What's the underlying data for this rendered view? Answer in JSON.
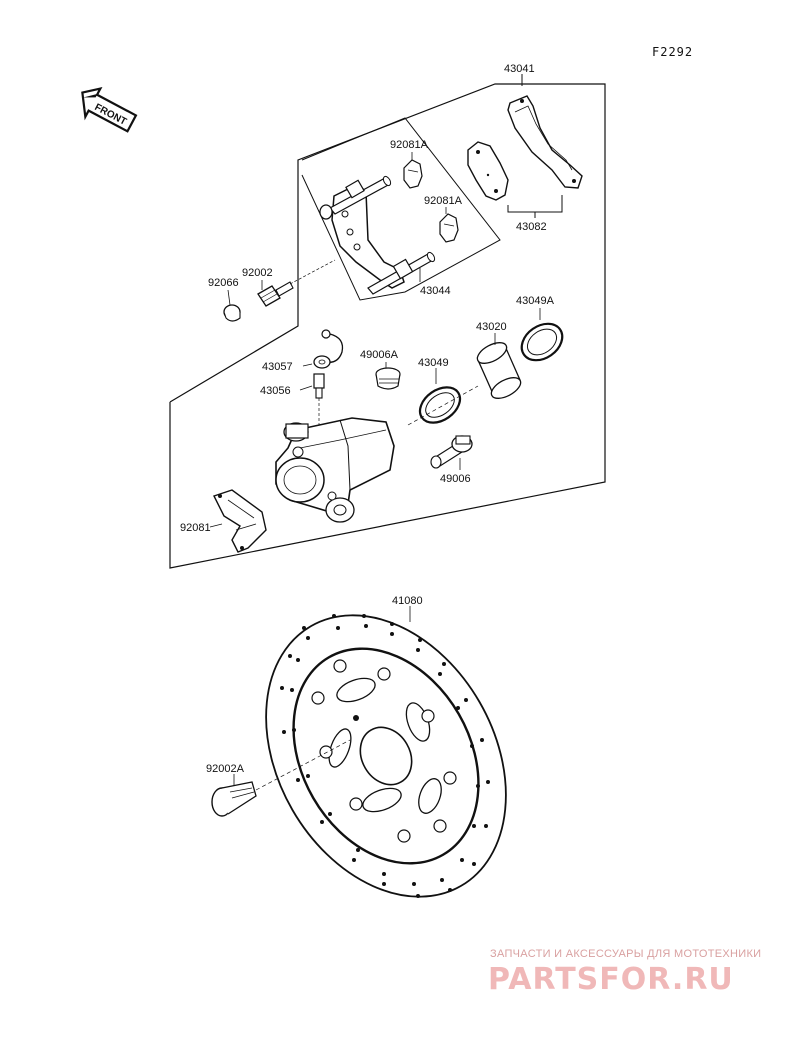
{
  "diagram_code": "F2292",
  "front_label": "FRONT",
  "parts": {
    "p43041": "43041",
    "p92081A_1": "92081A",
    "p92081A_2": "92081A",
    "p43082": "43082",
    "p92002": "92002",
    "p92066": "92066",
    "p43044": "43044",
    "p43049A": "43049A",
    "p43020": "43020",
    "p43057": "43057",
    "p49006A": "49006A",
    "p43049": "43049",
    "p43056": "43056",
    "p49006": "49006",
    "p92081": "92081",
    "p41080": "41080",
    "p92002A": "92002A"
  },
  "watermark": {
    "tagline": "ЗАПЧАСТИ И АКСЕССУАРЫ ДЛЯ МОТОТЕХНИКИ",
    "logo": "PARTSFOR.RU"
  }
}
